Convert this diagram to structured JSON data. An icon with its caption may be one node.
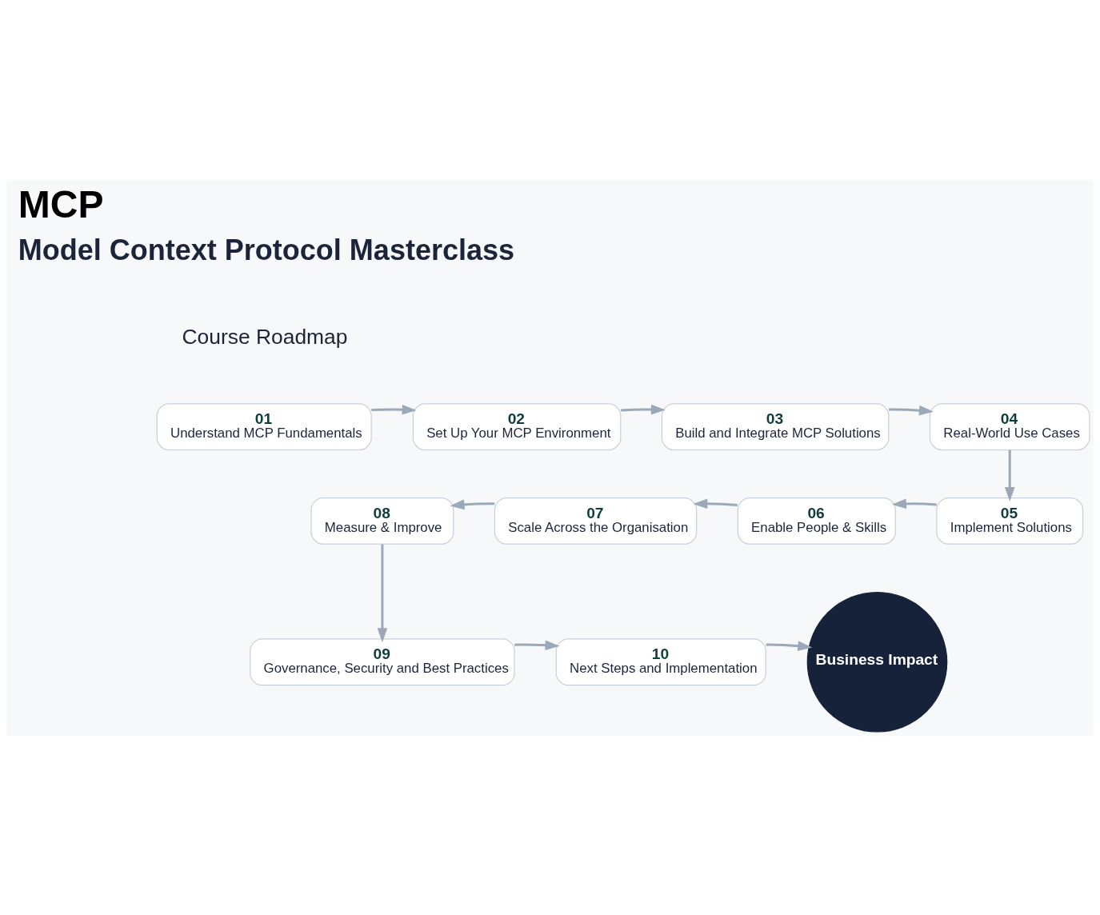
{
  "diagram": {
    "title": "MCP",
    "nodes": [
      {
        "text": [
          "01",
          "Understand MCP Fundamentals"
        ]
      },
      {
        "text": [
          "02",
          "Set Up Your MCP Environment"
        ]
      },
      {
        "text": [
          "03",
          "Build and Integrate MCP Solutions"
        ]
      },
      {
        "text": [
          "04",
          "Real-World Use Cases"
        ]
      },
      {
        "text": [
          "05",
          "Implement Solutions"
        ]
      },
      {
        "text": [
          "06",
          "Enable People & Skills"
        ]
      },
      {
        "text": [
          "07",
          "Scale Across the Organisation"
        ]
      },
      {
        "text": [
          "08",
          "Measure & Improve"
        ]
      },
      {
        "text": [
          "09",
          "Governance, Security and Best Practices"
        ]
      },
      {
        "text": [
          "10",
          "Next Steps and Implementation"
        ]
      },
      {
        "text": [
          "Business Impact"
        ]
      }
    ],
    "edges": [
      {
        "from": 0,
        "to": 1,
        "arrow": "to"
      },
      {
        "from": 1,
        "to": 2,
        "arrow": "to"
      },
      {
        "from": 2,
        "to": 3,
        "arrow": "to"
      },
      {
        "from": 3,
        "to": 4,
        "arrow": "to"
      },
      {
        "from": 4,
        "to": 5,
        "arrow": "to"
      },
      {
        "from": 5,
        "to": 6,
        "arrow": "to"
      },
      {
        "from": 6,
        "to": 7,
        "arrow": "to"
      },
      {
        "from": 7,
        "to": 8,
        "arrow": "to"
      },
      {
        "from": 8,
        "to": 9,
        "arrow": "to"
      },
      {
        "from": 9,
        "to": 10,
        "arrow": "to"
      }
    ],
    "labels": [
      "Model Context Protocol Masterclass",
      "Course Roadmap"
    ]
  }
}
